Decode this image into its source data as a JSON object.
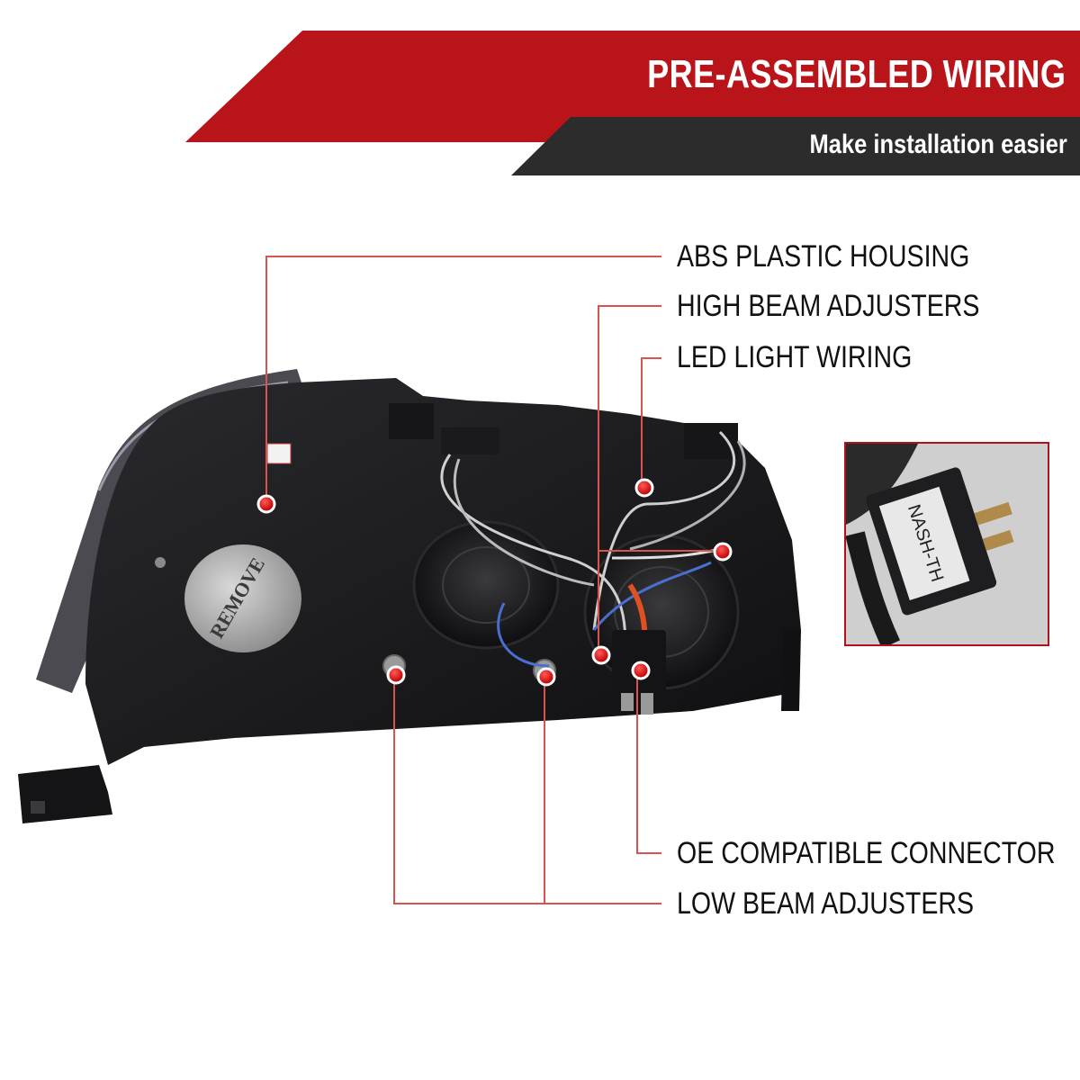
{
  "header": {
    "title": "PRE-ASSEMBLED WIRING",
    "subtitle": "Make installation easier"
  },
  "callouts": [
    {
      "label": "ABS PLASTIC HOUSING"
    },
    {
      "label": "HIGH BEAM ADJUSTERS"
    },
    {
      "label": "LED LIGHT WIRING"
    },
    {
      "label": "OE COMPATIBLE CONNECTOR"
    },
    {
      "label": "LOW BEAM ADJUSTERS"
    }
  ],
  "product": {
    "cap_text": "REMOVE",
    "connector_text": "NASH-TH"
  },
  "colors": {
    "banner_red": "#b81419",
    "banner_dark": "#2c2c2c",
    "leader_line": "#d9534f",
    "dot_red": "#e00000",
    "housing": "#1c1c1e"
  }
}
